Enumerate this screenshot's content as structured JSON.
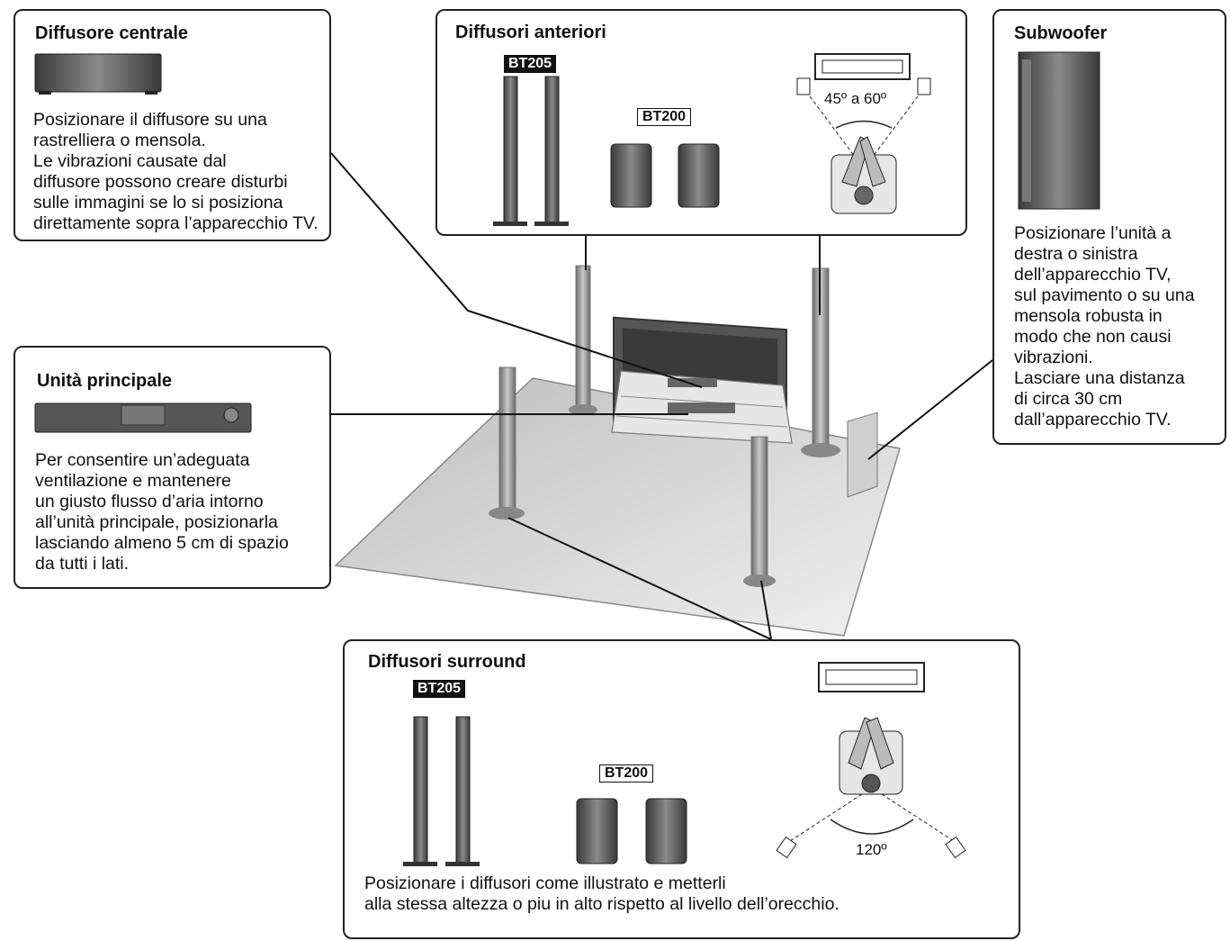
{
  "center": {
    "title": "Diffusore centrale",
    "lines": [
      "Posizionare il diffusore su una",
      "rastrelliera o mensola.",
      "Le vibrazioni causate dal",
      "diffusore possono creare disturbi",
      "sulle immagini se lo si posiziona",
      "direttamente sopra l’apparecchio TV."
    ]
  },
  "front": {
    "title": "Diffusori anteriori",
    "tag_bt205": "BT205",
    "tag_bt200": "BT200",
    "angle": "45º a 60º"
  },
  "sub": {
    "title": "Subwoofer",
    "lines": [
      "Posizionare l’unità a",
      "destra o sinistra",
      "dell’apparecchio TV,",
      "sul pavimento o su una",
      "mensola robusta in",
      "modo che non causi",
      "vibrazioni.",
      "Lasciare una distanza",
      "di circa 30 cm",
      "dall’apparecchio TV."
    ]
  },
  "main": {
    "title": "Unità principale",
    "lines": [
      "Per consentire un’adeguata",
      "ventilazione e mantenere",
      "un giusto flusso d’aria intorno",
      "all’unità principale, posizionarla",
      "lasciando almeno 5 cm di spazio",
      "da tutti i lati."
    ]
  },
  "surround": {
    "title": "Diffusori surround",
    "tag_bt205": "BT205",
    "tag_bt200": "BT200",
    "angle": "120º",
    "lines": [
      "Posizionare i diffusori come illustrato e metterli",
      "alla stessa altezza o piu in alto rispetto al livello dell’orecchio."
    ]
  }
}
